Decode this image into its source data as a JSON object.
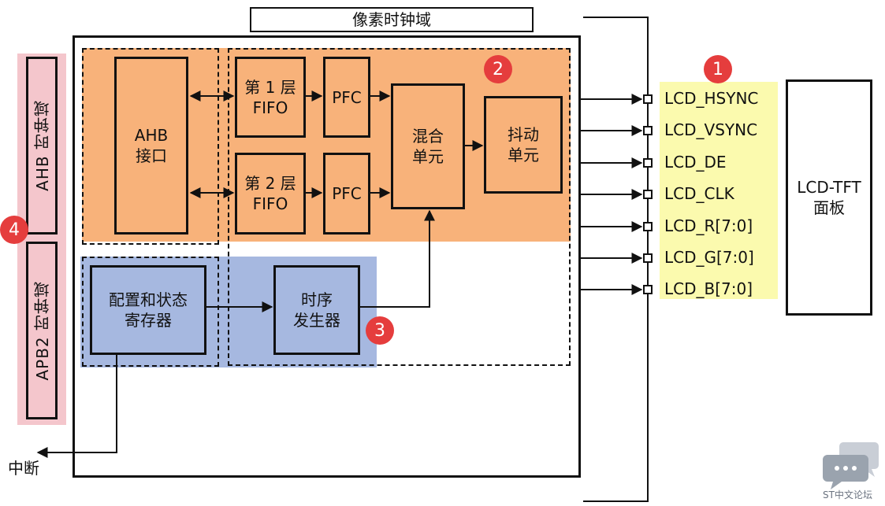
{
  "title": "像素时钟域",
  "domains": {
    "ahb": "AHB 时钟域",
    "apb2": "APB2 时钟域"
  },
  "blocks": {
    "ahb_interface": "AHB\n接口",
    "fifo1": "第 1 层\nFIFO",
    "fifo2": "第 2 层\nFIFO",
    "pfc1": "PFC",
    "pfc2": "PFC",
    "blend": "混合\n单元",
    "dither": "抖动\n单元",
    "config": "配置和状态\n寄存器",
    "timing": "时序\n发生器",
    "panel": "LCD-TFT\n面板"
  },
  "signals": [
    "LCD_HSYNC",
    "LCD_VSYNC",
    "LCD_DE",
    "LCD_CLK",
    "LCD_R[7:0]",
    "LCD_G[7:0]",
    "LCD_B[7:0]"
  ],
  "interrupt": "中断",
  "badges": [
    "1",
    "2",
    "3",
    "4"
  ],
  "watermark": "ST中文论坛",
  "colors": {
    "orange_area": "#f8b27a",
    "blue_area": "#a6b8e0",
    "pink_area": "#f4c6cc",
    "yellow_area": "#fbfaae",
    "badge": "#e53d3d"
  }
}
